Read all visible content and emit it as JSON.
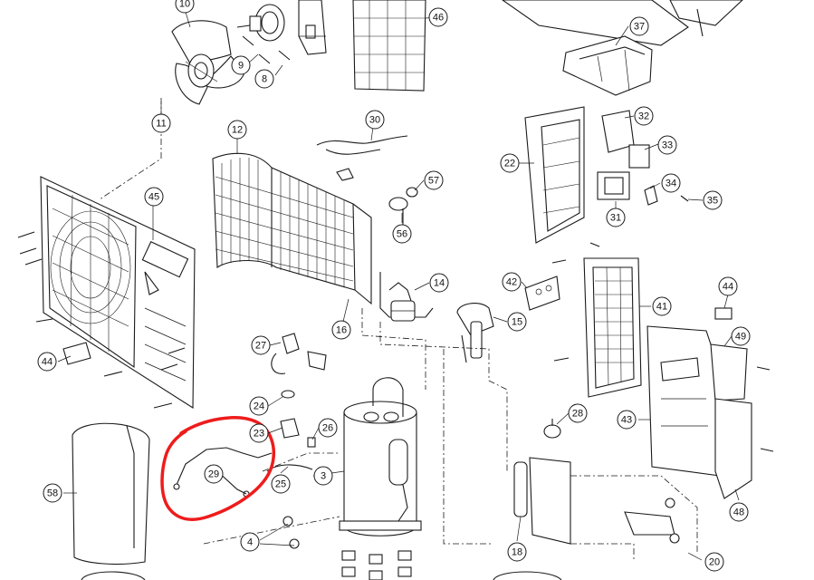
{
  "callouts": [
    "10",
    "46",
    "37",
    "9",
    "8",
    "11",
    "30",
    "32",
    "12",
    "33",
    "22",
    "57",
    "45",
    "34",
    "35",
    "31",
    "56",
    "42",
    "14",
    "44",
    "15",
    "41",
    "44",
    "16",
    "49",
    "27",
    "24",
    "43",
    "26",
    "28",
    "23",
    "58",
    "29",
    "25",
    "3",
    "48",
    "4",
    "18",
    "20"
  ],
  "highlight_color": "#ee1c1c",
  "highlighted_part": "29"
}
